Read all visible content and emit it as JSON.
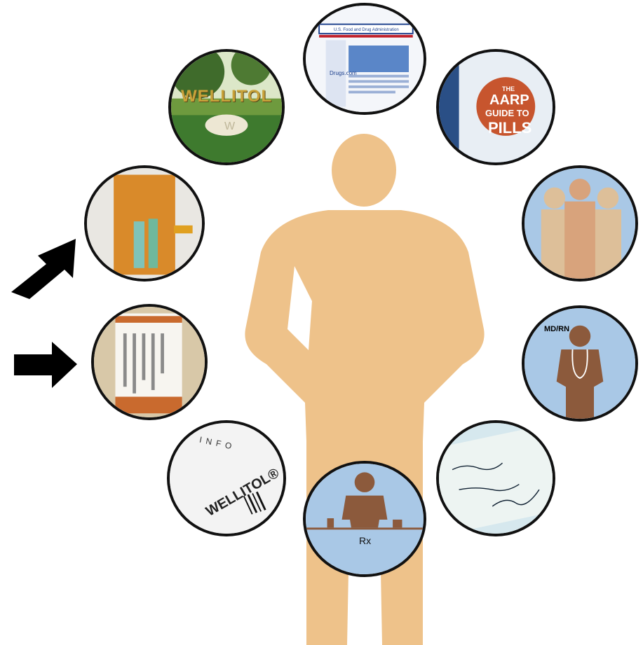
{
  "person": {
    "color": "#EEC28A"
  },
  "circles": {
    "wellitol_ad": {
      "brand": "WELLITOL",
      "pill_mark": "W"
    },
    "fda_site": {
      "header": "U.S. Food and Drug Administration",
      "search": "Drugs.com"
    },
    "aarp_book": {
      "line1": "THE",
      "line2": "AARP",
      "line3": "GUIDE TO",
      "line4": "PILLS"
    },
    "family": {},
    "clinician": {
      "label": "MD/RN"
    },
    "pharmacist": {
      "label": "Rx"
    },
    "package_insert": {
      "brand": "WELLITOL®",
      "header": "INFO"
    }
  },
  "colors": {
    "panel_blue": "#A9C8E6",
    "figure_brown": "#8C5A3C",
    "arrow": "#000000"
  }
}
